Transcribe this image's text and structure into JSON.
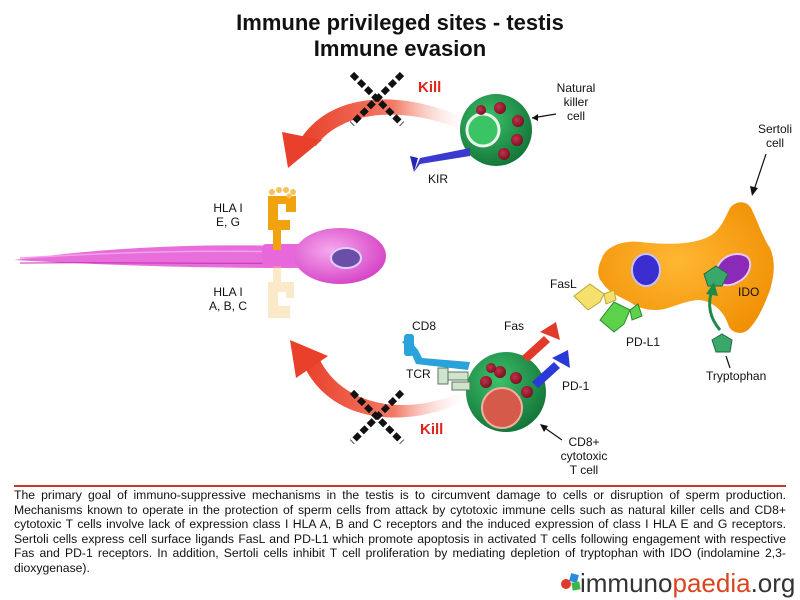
{
  "title": {
    "line1": "Immune privileged sites - testis",
    "line2": "Immune evasion"
  },
  "labels": {
    "nk_cell": [
      "Natural",
      "killer",
      "cell"
    ],
    "kir": "KIR",
    "kill_top": "Kill",
    "kill_bottom": "Kill",
    "hla_eg": [
      "HLA I",
      "E, G"
    ],
    "hla_abc": [
      "HLA I",
      "A, B, C"
    ],
    "sertoli": [
      "Sertoli",
      "cell"
    ],
    "fasl": "FasL",
    "pdl1": "PD-L1",
    "ido": "IDO",
    "tryptophan": "Tryptophan",
    "cd8": "CD8",
    "tcr": "TCR",
    "fas": "Fas",
    "pd1": "PD-1",
    "ctl": [
      "CD8+",
      "cytotoxic",
      "T cell"
    ]
  },
  "caption": "The primary goal of immuno-suppressive mechanisms in the testis is to circumvent damage to cells or disruption of sperm production. Mechanisms known to operate in the protection of sperm cells from attack by cytotoxic immune cells such as natural killer cells and CD8+ cytotoxic T cells involve lack of expression class I HLA A, B and C receptors and the induced expression of class I HLA E and G receptors. Sertoli cells express cell surface ligands FasL and PD-L1 which promote apoptosis in activated T cells following engagement with respective Fas and PD-1 receptors. In addition, Sertoli cells inhibit T cell proliferation by mediating depletion of tryptophan with IDO (indolamine 2,3-dioxygenase).",
  "logo": {
    "part1": "immuno",
    "part2": "paedia",
    "part3": ".org"
  },
  "colors": {
    "arrow_red": "#e8402a",
    "nk_green": "#1f9a4a",
    "sperm_magenta": "#e455d6",
    "sertoli_orange": "#f59a0c",
    "granule_red": "#9b1b2e",
    "kill_red": "#e0241b"
  }
}
